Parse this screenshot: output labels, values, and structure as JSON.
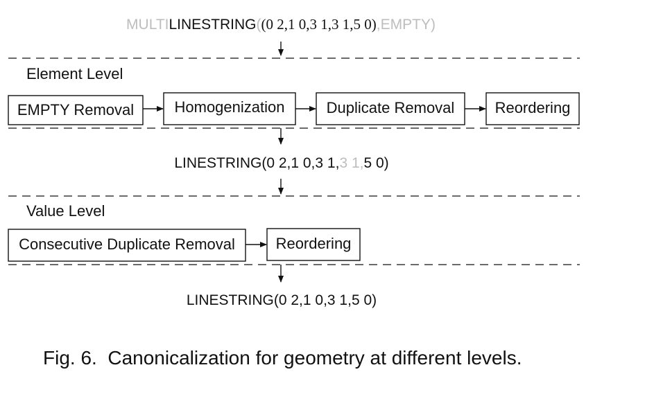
{
  "input_geometry": {
    "prefix": "MULTI",
    "main": "LINESTRING",
    "open_paren": "(",
    "coords": "(0 2,1 0,3 1,3 1,5 0)",
    "suffix": ",EMPTY)"
  },
  "element_level": {
    "title": "Element Level",
    "steps": [
      "EMPTY Removal",
      "Homogenization",
      "Duplicate Removal",
      "Reordering"
    ]
  },
  "intermediate_geometry": {
    "prefix": "LINESTRING(0 2,1 0,3 1,",
    "faded": "3 1,",
    "suffix": "5 0)"
  },
  "value_level": {
    "title": "Value Level",
    "steps": [
      "Consecutive Duplicate Removal",
      "Reordering"
    ]
  },
  "output_geometry": "LINESTRING(0 2,1 0,3 1,5 0)",
  "caption": "Fig. 6.  Canonicalization for geometry at different levels.",
  "colors": {
    "ink": "#111111",
    "faded": "#bdbdbd",
    "background": "#ffffff"
  }
}
